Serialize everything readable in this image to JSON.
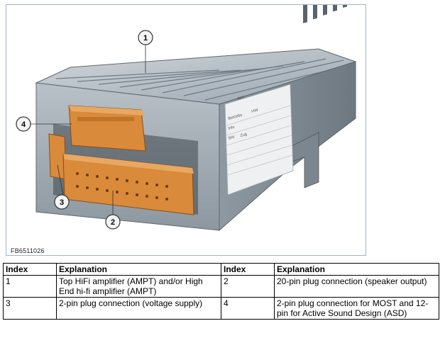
{
  "figure": {
    "code": "FB6511026",
    "callouts": [
      "1",
      "2",
      "3",
      "4"
    ],
    "label_text": [
      "IMV",
      "Betriebs",
      "HW",
      "Info",
      "SW",
      "Zug"
    ],
    "colors": {
      "housing": "#a9b3bb",
      "housing_dark": "#7f8a93",
      "connector": "#d98a3a",
      "connector_dark": "#b56a22",
      "frame": "#9fb4c8"
    }
  },
  "legend": {
    "headers": [
      "Index",
      "Explanation",
      "Index",
      "Explanation"
    ],
    "rows": [
      {
        "index_a": "1",
        "explanation_a": "Top HiFi amplifier (AMPT) and/or High End hi-fi amplifier (AMPT)",
        "index_b": "2",
        "explanation_b": "20-pin plug connection (speaker output)"
      },
      {
        "index_a": "3",
        "explanation_a": "2-pin plug connection (voltage supply)",
        "index_b": "4",
        "explanation_b": "2-pin plug connection for MOST and 12-pin for Active Sound Design (ASD)"
      }
    ]
  }
}
